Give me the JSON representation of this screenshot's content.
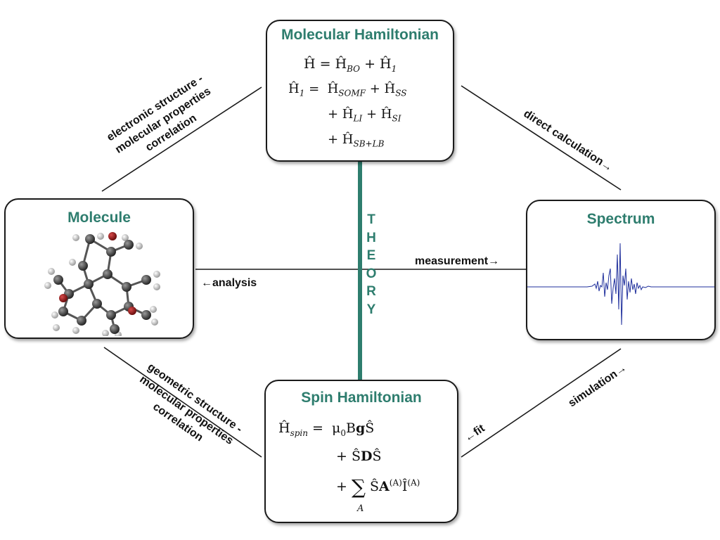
{
  "colors": {
    "accent": "#2e7d6e",
    "spectrum": "#1f2f9c",
    "line": "#1a1a1a"
  },
  "boxes": {
    "molecular_hamiltonian": {
      "title": "Molecular Hamiltonian",
      "lines": [
        "Ĥ = Ĥ_BO + Ĥ_1",
        "Ĥ_1 = Ĥ_SOMF + Ĥ_SS",
        "+ Ĥ_LI + Ĥ_SI",
        "+ Ĥ_SB+LB"
      ]
    },
    "molecule": {
      "title": "Molecule"
    },
    "spectrum": {
      "title": "Spectrum"
    },
    "spin_hamiltonian": {
      "title": "Spin Hamiltonian",
      "lines": [
        "Ĥ_spin = μ0BgŜ",
        "+ ŜDŜ",
        "+ Σ_A ŜA^(A)Î^(A)"
      ]
    }
  },
  "theory_letters": [
    "T",
    "H",
    "E",
    "O",
    "R",
    "Y"
  ],
  "edges": {
    "top_left": [
      "electronic structure -",
      "molecular properties",
      "correlation"
    ],
    "top_right": "direct calculation→",
    "bottom_left": [
      "geometric structure -",
      "molecular properties",
      "correlation"
    ],
    "bottom_right_simulation": "simulation→",
    "bottom_right_fit": "←fit",
    "measurement": "measurement→",
    "analysis": "←analysis"
  }
}
